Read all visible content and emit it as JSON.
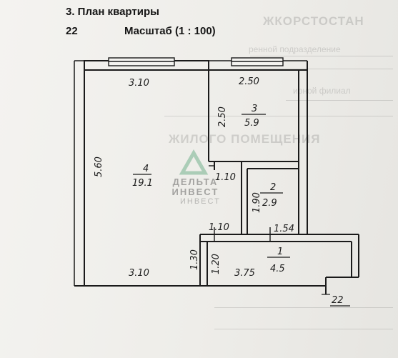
{
  "header": {
    "title": "3. План квартиры",
    "apartment_number": "22",
    "scale_label": "Масштаб (1 : 100)"
  },
  "background_text": {
    "line1": "ЖКОРСТОСТАН",
    "line2": "ЖИЛОГО ПОМЕЩЕНИЯ",
    "line3": "ренной подразделение",
    "line4": "ирной филиал"
  },
  "rooms": [
    {
      "number": "4",
      "area": "19.1"
    },
    {
      "number": "3",
      "area": "5.9"
    },
    {
      "number": "2",
      "area": "2.9"
    },
    {
      "number": "1",
      "area": "4.5"
    }
  ],
  "dimensions": {
    "room4_top": "3.10",
    "room4_side": "5.60",
    "room4_bottom": "3.10",
    "room3_top": "2.50",
    "room3_side": "2.50",
    "small_1_10a": "1.10",
    "room2_side": "1.90",
    "small_1_10b": "1.10",
    "small_1_54": "1.54",
    "hall_side_1_30": "1.30",
    "hall_side_1_20": "1.20",
    "hall_bottom": "3.75"
  },
  "footer_label": "22",
  "watermark": {
    "line1": "ДЕЛЬТА",
    "line2": "ИНВЕСТ",
    "line3": "ИНВЕСТ"
  }
}
